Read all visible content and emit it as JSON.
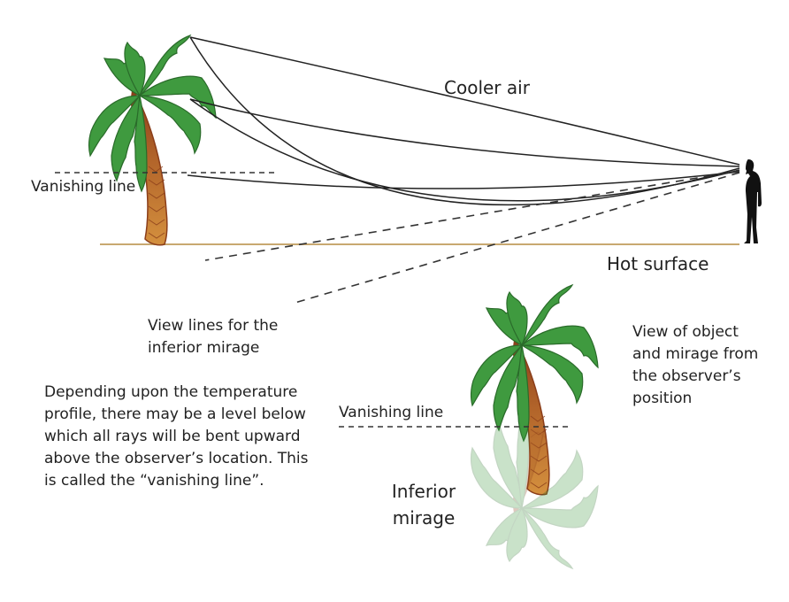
{
  "labels": {
    "cooler_air": "Cooler air",
    "hot_surface": "Hot surface",
    "vanishing_line_top": "Vanishing line",
    "vanishing_line_bottom": "Vanishing line",
    "view_lines": [
      "View lines for the",
      "inferior mirage"
    ],
    "explanation": [
      "Depending upon the temperature",
      "profile, there may be a level below",
      "which all rays will be bent upward",
      "above the observer’s location. This",
      "is called the “vanishing line”."
    ],
    "view_of_object": [
      "View of object",
      "and mirage from",
      "the observer’s",
      "position"
    ],
    "inferior_mirage": [
      "Inferior",
      "mirage"
    ]
  },
  "colors": {
    "frond": "#3f9a3f",
    "frond_outline": "#2a6b2a",
    "trunk": "#c98a3a",
    "trunk_dark": "#8b3e1a",
    "ground": "#c8a870",
    "ray": "#222222"
  }
}
